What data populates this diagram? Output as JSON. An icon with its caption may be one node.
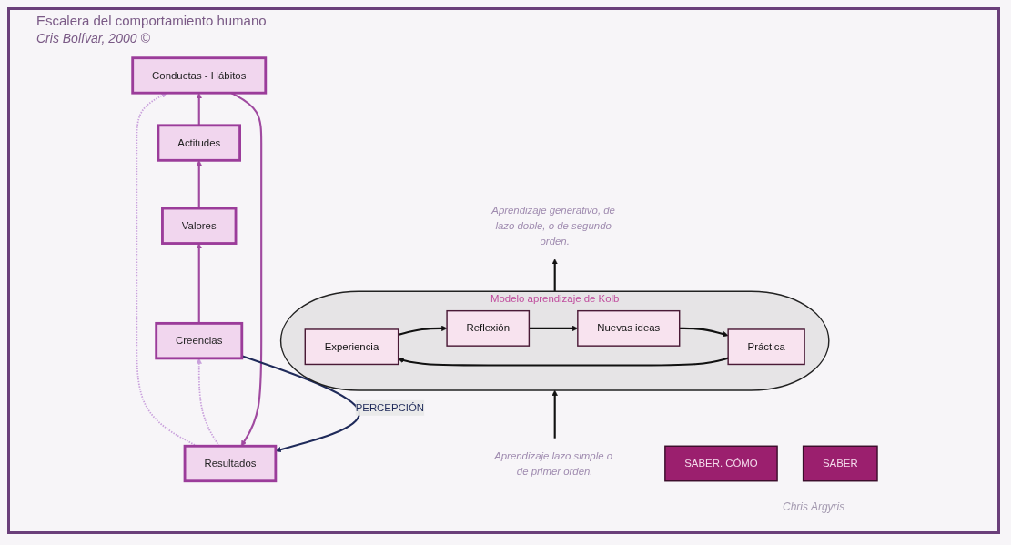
{
  "diagram": {
    "title": "Escalera del comportamiento humano",
    "nodes": [
      {
        "text": [
          "Resultados"
        ]
      },
      {
        "text": [
          "Conductas - Hábitos"
        ]
      },
      {
        "text": [
          "Actitudes"
        ]
      },
      {
        "text": [
          "Valores"
        ]
      },
      {
        "text": [
          "Creencias"
        ]
      },
      {
        "text": [
          "Aprendizaje lazo simple o de primer orden."
        ]
      },
      {
        "text": [
          "Modelo aprendizaje de Kolb"
        ]
      },
      {
        "text": [
          "Experiencia"
        ],
        "in": 6
      },
      {
        "text": [
          "Reflexión"
        ],
        "in": 6
      },
      {
        "text": [
          "Nuevas ideas"
        ],
        "in": 6
      },
      {
        "text": [
          "Práctica"
        ],
        "in": 6
      },
      {
        "text": [
          "SABER. CÓMO"
        ]
      },
      {
        "text": [
          "SABER"
        ]
      },
      {
        "text": [
          "Aprendizaje generativo, de lazo doble, o de segundo orden."
        ]
      }
    ],
    "edges": [
      {
        "from": 4,
        "to": 3,
        "arrow": "to",
        "color": "#a04aa0"
      },
      {
        "from": 3,
        "to": 2,
        "arrow": "to",
        "color": "#a04aa0"
      },
      {
        "from": 2,
        "to": 1,
        "arrow": "to",
        "color": "#a04aa0"
      },
      {
        "from": 1,
        "to": 0,
        "arrow": "to",
        "color": "#a04aa0"
      },
      {
        "from": 4,
        "to": 0,
        "arrow": "to",
        "label": "PERCEPCIÓN",
        "color": "#1f2a5a"
      },
      {
        "from": 0,
        "to": 1,
        "arrow": "to",
        "style": "dashed",
        "color": "#c9a0dc"
      },
      {
        "from": 0,
        "to": 4,
        "arrow": "to",
        "style": "dashed",
        "color": "#c9a0dc"
      },
      {
        "from": 5,
        "to": 6,
        "arrow": "to"
      },
      {
        "from": 7,
        "to": 8,
        "arrow": "to"
      },
      {
        "from": 8,
        "to": 9,
        "arrow": "to"
      },
      {
        "from": 9,
        "to": 10,
        "arrow": "to"
      },
      {
        "from": 10,
        "to": 7,
        "arrow": "to"
      },
      {
        "from": 6,
        "to": 13,
        "arrow": "to"
      }
    ],
    "labels": [
      "Cris Bolívar, 2000 ©",
      "Chris Argyris"
    ]
  }
}
